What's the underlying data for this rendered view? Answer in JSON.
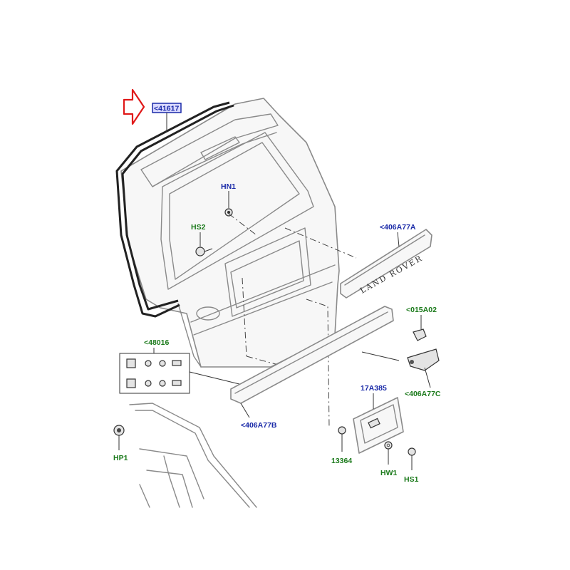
{
  "colors": {
    "blue_label": "#1a2aa8",
    "green_label": "#1b7a1b",
    "arrow": "#e01818"
  },
  "labels": {
    "main_ref": "<41617",
    "hn1": "HN1",
    "hs2": "HS2",
    "badge_ref": "<406A77A",
    "clip_ref": "<015A02",
    "kit_ref": "<48016",
    "finisher_ref": "<406A77B",
    "switch_ref": "<406A77C",
    "plate_ref": "17A385",
    "hp1": "HP1",
    "screw_ref": "13364",
    "hw1": "HW1",
    "hs1": "HS1"
  },
  "badge": {
    "lettering": "LAND ROVER"
  }
}
